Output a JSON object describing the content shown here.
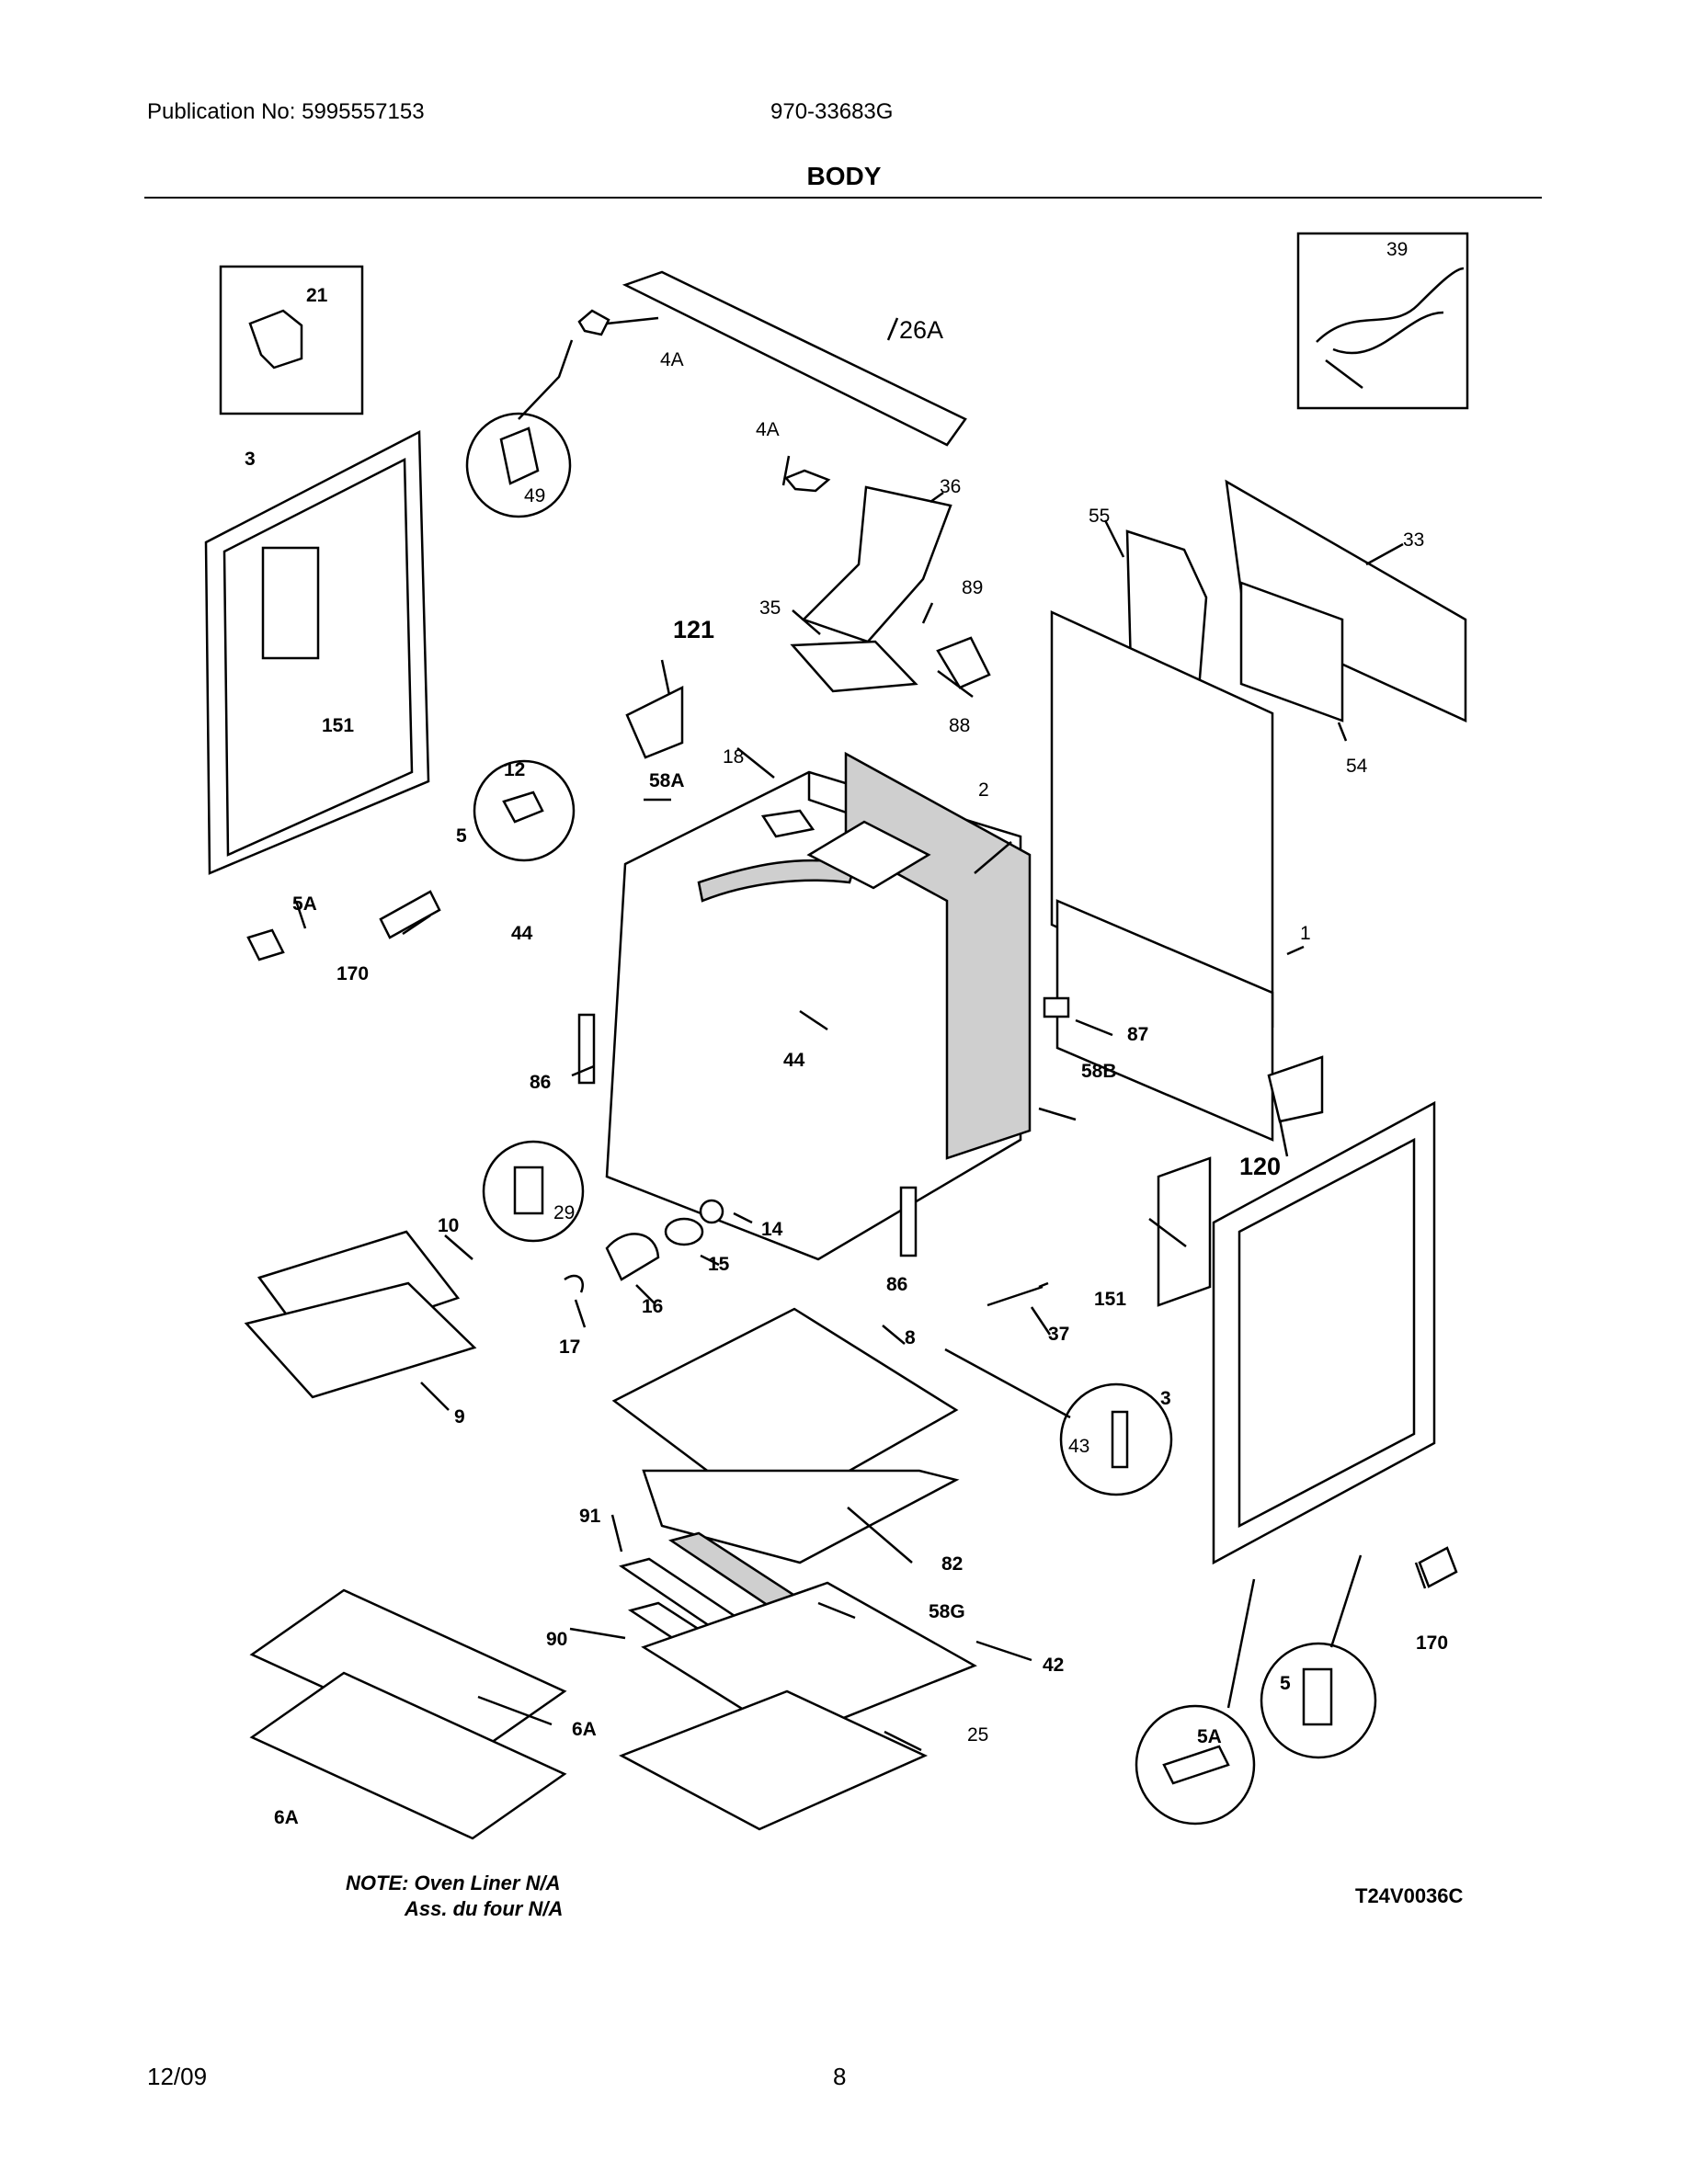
{
  "header": {
    "publication": "Publication No: 5995557153",
    "model": "970-33683G",
    "title": "BODY"
  },
  "callouts": [
    "21",
    "26A",
    "4A",
    "4A",
    "39",
    "3",
    "49",
    "36",
    "55",
    "33",
    "35",
    "89",
    "121",
    "88",
    "151",
    "12",
    "18",
    "58A",
    "2",
    "54",
    "5",
    "5A",
    "44",
    "1",
    "170",
    "87",
    "44",
    "58B",
    "86",
    "120",
    "29",
    "10",
    "14",
    "15",
    "86",
    "151",
    "16",
    "37",
    "17",
    "8",
    "9",
    "3",
    "43",
    "91",
    "82",
    "58G",
    "90",
    "42",
    "170",
    "5",
    "6A",
    "25",
    "5A",
    "6A"
  ],
  "note": {
    "line1": "NOTE: Oven Liner N/A",
    "line2": "Ass. du four N/A"
  },
  "drawing_code": "T24V0036C",
  "footer": {
    "date": "12/09",
    "page": "8"
  },
  "colors": {
    "line": "#000000",
    "part_fill": "#ffffff",
    "shade": "#cfcfcf"
  }
}
